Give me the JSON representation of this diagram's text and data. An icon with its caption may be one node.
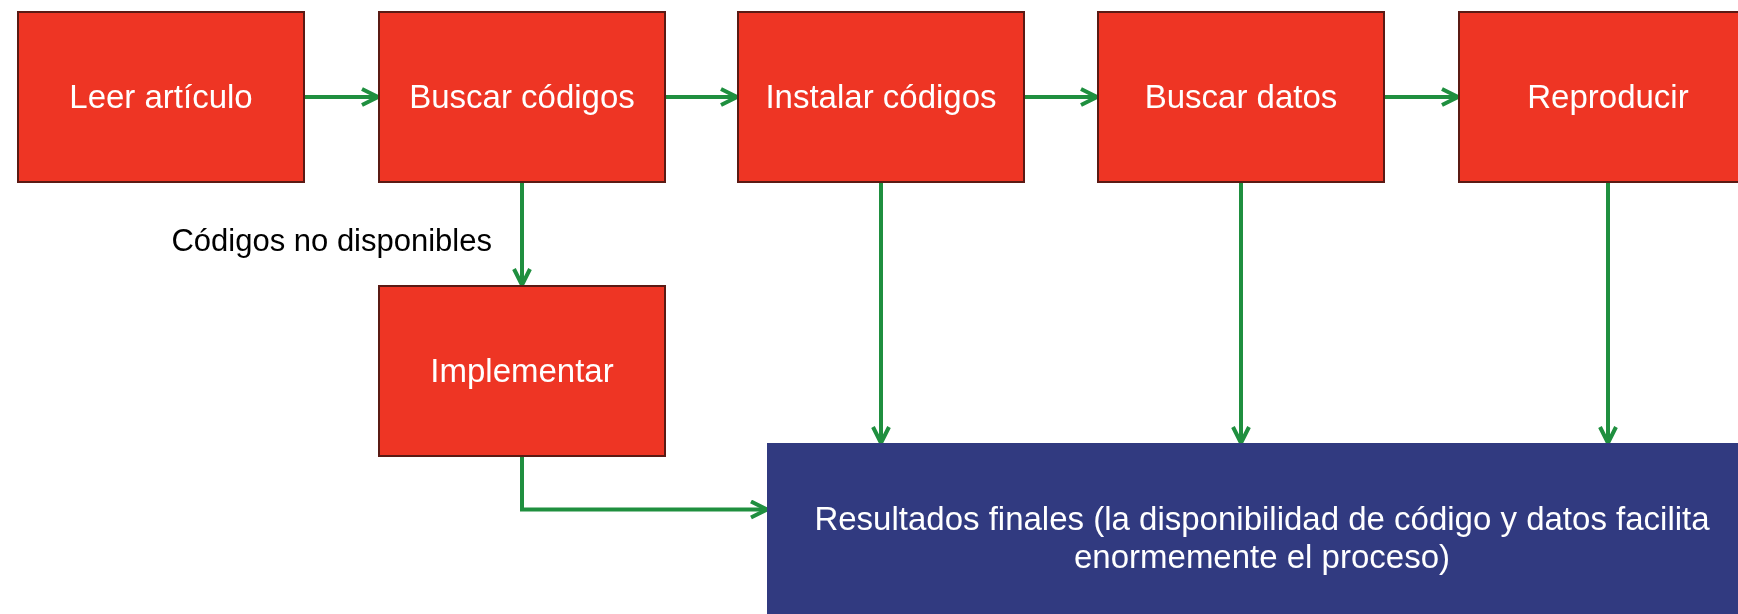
{
  "diagram": {
    "nodes": [
      {
        "text": [
          "Leer artículo"
        ]
      },
      {
        "text": [
          "Buscar códigos"
        ]
      },
      {
        "text": [
          "Instalar códigos"
        ]
      },
      {
        "text": [
          "Buscar datos"
        ]
      },
      {
        "text": [
          "Reproducir"
        ]
      },
      {
        "text": [
          "Implementar"
        ]
      },
      {
        "text": [
          "Resultados finales (la disponibilidad de código y datos facilita enormemente el proceso)"
        ]
      }
    ],
    "edges": [
      {
        "from": 0,
        "to": 1,
        "arrow": "to"
      },
      {
        "from": 1,
        "to": 2,
        "arrow": "to"
      },
      {
        "from": 2,
        "to": 3,
        "arrow": "to"
      },
      {
        "from": 3,
        "to": 4,
        "arrow": "to"
      },
      {
        "from": 1,
        "to": 5,
        "arrow": "to",
        "label": "Códigos no disponibles"
      },
      {
        "from": 2,
        "to": 6,
        "arrow": "to"
      },
      {
        "from": 3,
        "to": 6,
        "arrow": "to"
      },
      {
        "from": 4,
        "to": 6,
        "arrow": "to"
      },
      {
        "from": 5,
        "to": 6,
        "arrow": "to"
      }
    ]
  }
}
